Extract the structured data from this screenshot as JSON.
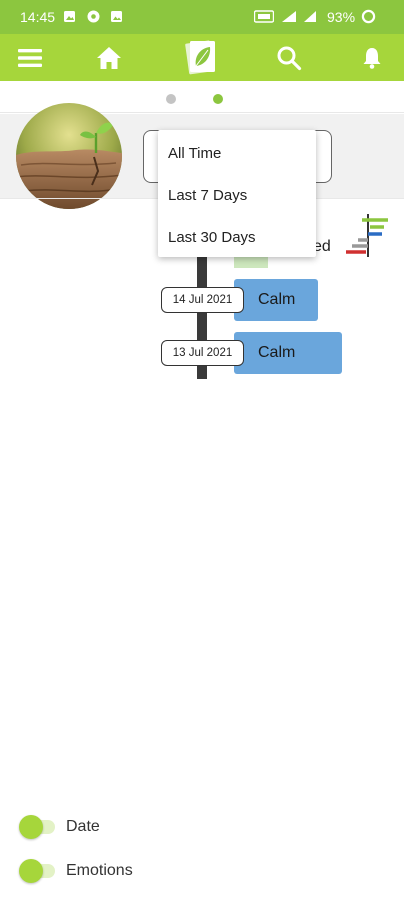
{
  "status_bar": {
    "time": "14:45",
    "battery": "93%",
    "color": "#8cc63f"
  },
  "app_bar": {
    "color": "#a6d63b",
    "icons": [
      "menu-icon",
      "home-icon",
      "journal-logo-icon",
      "search-icon",
      "bell-icon"
    ]
  },
  "pager": {
    "page_count": 2,
    "active_page": 2
  },
  "period_dropdown": {
    "options": [
      "All Time",
      "Last 7 Days",
      "Last 30 Days"
    ]
  },
  "timeline": {
    "partial_text": "ed",
    "entries": [
      {
        "date": "14 Jul 2021",
        "emotion": "Calm"
      },
      {
        "date": "13 Jul 2021",
        "emotion": "Calm"
      }
    ],
    "card_color": "#6aa6dc"
  },
  "toggles": [
    {
      "label": "Date",
      "on": true
    },
    {
      "label": "Emotions",
      "on": true
    }
  ]
}
